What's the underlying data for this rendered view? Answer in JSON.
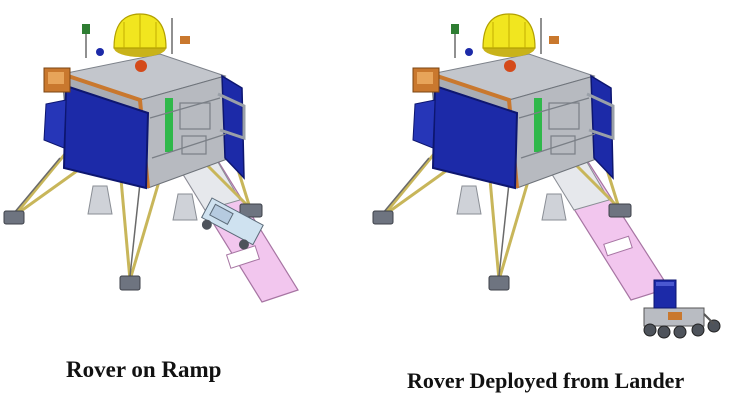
{
  "captions": {
    "left": "Rover on Ramp",
    "right": "Rover Deployed from Lander"
  },
  "colors": {
    "body_grey": "#b9bcc2",
    "body_dark": "#8e939b",
    "solar_blue": "#1c2aa8",
    "solar_dark": "#0d1670",
    "orange": "#c9782e",
    "yellow_dome": "#f1e61f",
    "ramp_pink": "#f2c6ee",
    "leg_yellow": "#d9c96a",
    "green": "#2fb84a"
  },
  "icons": {
    "lander": "lander-illustration",
    "rover": "rover-illustration"
  }
}
